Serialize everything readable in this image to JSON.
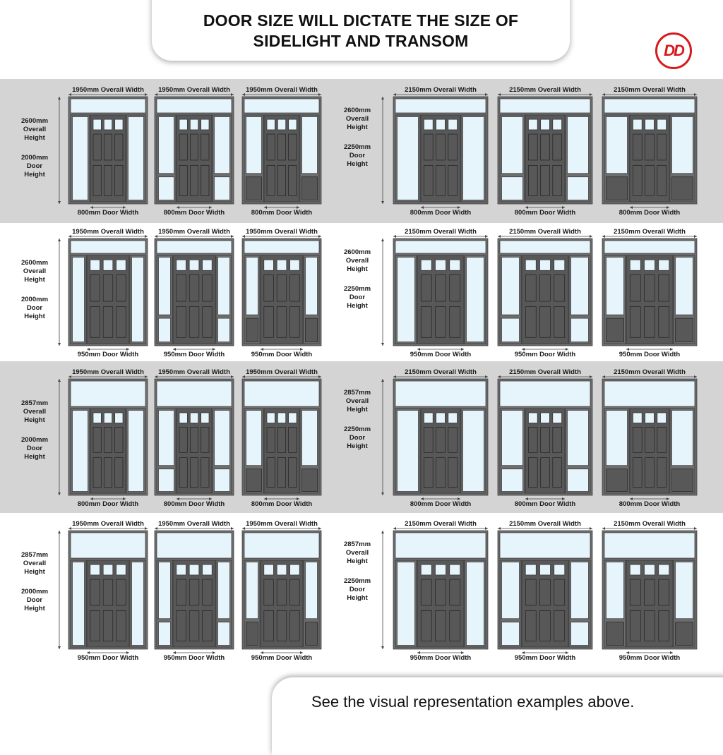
{
  "header": {
    "title_line1": "DOOR SIZE WILL DICTATE THE SIZE OF",
    "title_line2": "SIDELIGHT AND  TRANSOM",
    "logo_text": "DD"
  },
  "footer": {
    "text": "See the visual representation examples above."
  },
  "colors": {
    "band_grey": "#d4d4d4",
    "frame": "#6e6e6e",
    "door": "#585858",
    "glass": "#e6f4fb",
    "accent": "#d7191c"
  },
  "rows": [
    {
      "left": {
        "overall_width": "1950mm Overall Width",
        "overall_height": [
          "2600mm",
          "Overall",
          "Height"
        ],
        "door_height": [
          "2000mm",
          "Door",
          "Height"
        ],
        "door_width": "800mm Door Width",
        "variants": [
          "full-sidelights",
          "split-sidelights-glass",
          "split-sidelights-panel"
        ]
      },
      "right": {
        "overall_width": "2150mm Overall Width",
        "overall_height": [
          "2600mm",
          "Overall",
          "Height"
        ],
        "door_height": [
          "2250mm",
          "Door",
          "Height"
        ],
        "door_width": "800mm Door Width",
        "variants": [
          "full-sidelights",
          "split-sidelights-glass",
          "split-sidelights-panel"
        ]
      }
    },
    {
      "left": {
        "overall_width": "1950mm Overall Width",
        "overall_height": [
          "2600mm",
          "Overall",
          "Height"
        ],
        "door_height": [
          "2000mm",
          "Door",
          "Height"
        ],
        "door_width": "950mm Door Width",
        "variants": [
          "full-sidelights",
          "split-sidelights-glass",
          "split-sidelights-panel"
        ]
      },
      "right": {
        "overall_width": "2150mm Overall Width",
        "overall_height": [
          "2600mm",
          "Overall",
          "Height"
        ],
        "door_height": [
          "2250mm",
          "Door",
          "Height"
        ],
        "door_width": "950mm Door Width",
        "variants": [
          "full-sidelights",
          "split-sidelights-glass",
          "split-sidelights-panel"
        ]
      }
    },
    {
      "left": {
        "overall_width": "1950mm Overall Width",
        "overall_height": [
          "2857mm",
          "Overall",
          "Height"
        ],
        "door_height": [
          "2000mm",
          "Door",
          "Height"
        ],
        "door_width": "800mm Door Width",
        "variants": [
          "full-sidelights",
          "split-sidelights-glass",
          "split-sidelights-panel"
        ]
      },
      "right": {
        "overall_width": "2150mm Overall Width",
        "overall_height": [
          "2857mm",
          "Overall",
          "Height"
        ],
        "door_height": [
          "2250mm",
          "Door",
          "Height"
        ],
        "door_width": "800mm Door Width",
        "variants": [
          "full-sidelights",
          "split-sidelights-glass",
          "split-sidelights-panel"
        ]
      }
    },
    {
      "left": {
        "overall_width": "1950mm Overall Width",
        "overall_height": [
          "2857mm",
          "Overall",
          "Height"
        ],
        "door_height": [
          "2000mm",
          "Door",
          "Height"
        ],
        "door_width": "950mm Door Width",
        "variants": [
          "full-sidelights",
          "split-sidelights-glass",
          "split-sidelights-panel"
        ]
      },
      "right": {
        "overall_width": "2150mm Overall Width",
        "overall_height": [
          "2857mm",
          "Overall",
          "Height"
        ],
        "door_height": [
          "2250mm",
          "Door",
          "Height"
        ],
        "door_width": "950mm Door Width",
        "variants": [
          "full-sidelights",
          "split-sidelights-glass",
          "split-sidelights-panel"
        ]
      }
    }
  ]
}
